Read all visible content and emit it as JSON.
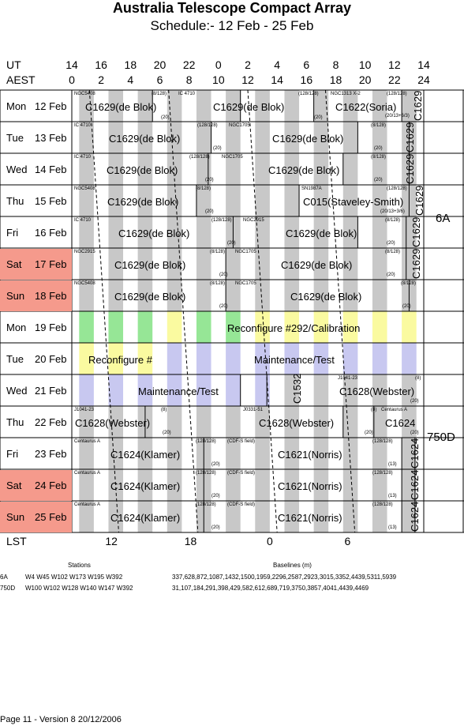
{
  "header": {
    "title": "Australia Telescope Compact Array",
    "subtitle": "Schedule:- 12 Feb - 25 Feb"
  },
  "axes": {
    "ut_label": "UT",
    "aest_label": "AEST",
    "lst_label": "LST",
    "ut_ticks": [
      "14",
      "16",
      "18",
      "20",
      "22",
      "0",
      "2",
      "4",
      "6",
      "8",
      "10",
      "12",
      "14"
    ],
    "aest_ticks": [
      "0",
      "2",
      "4",
      "6",
      "8",
      "10",
      "12",
      "14",
      "16",
      "18",
      "20",
      "22",
      "24"
    ],
    "lst_ticks": [
      "12",
      "18",
      "0",
      "6"
    ]
  },
  "days": [
    {
      "name": "Mon",
      "date": "12 Feb",
      "weekend": false
    },
    {
      "name": "Tue",
      "date": "13 Feb",
      "weekend": false
    },
    {
      "name": "Wed",
      "date": "14 Feb",
      "weekend": false
    },
    {
      "name": "Thu",
      "date": "15 Feb",
      "weekend": false
    },
    {
      "name": "Fri",
      "date": "16 Feb",
      "weekend": false
    },
    {
      "name": "Sat",
      "date": "17 Feb",
      "weekend": true
    },
    {
      "name": "Sun",
      "date": "18 Feb",
      "weekend": true
    },
    {
      "name": "Mon",
      "date": "19 Feb",
      "weekend": false
    },
    {
      "name": "Tue",
      "date": "20 Feb",
      "weekend": false
    },
    {
      "name": "Wed",
      "date": "21 Feb",
      "weekend": false
    },
    {
      "name": "Thu",
      "date": "22 Feb",
      "weekend": false
    },
    {
      "name": "Fri",
      "date": "23 Feb",
      "weekend": false
    },
    {
      "name": "Sat",
      "date": "24 Feb",
      "weekend": true
    },
    {
      "name": "Sun",
      "date": "25 Feb",
      "weekend": true
    }
  ],
  "configs": {
    "first": "6A",
    "second": "750D"
  },
  "observations": {
    "r0": {
      "a": "C1629(de Blok)",
      "b": "C1629(de Blok)",
      "c": "C1622(Soria)",
      "d": "C1629",
      "s1": "NGC5408",
      "s2": "(8/128)",
      "s3": "(20)",
      "s4": "IC 4710",
      "s5": "(128/128)",
      "s6": "(20)",
      "s7": "NGC1313 X-2",
      "s8": "(128/128)",
      "s9": "(20/13+6/3)"
    },
    "r1": {
      "a": "C1629(de Blok)",
      "b": "C1629(de Blok)",
      "c": "C1629",
      "s1": "IC 4710",
      "s2": "(128/128)",
      "s3": "(20)",
      "s4": "NGC1705",
      "s5": "(8/128)",
      "s6": "(20)"
    },
    "r2": {
      "a": "C1629(de Blok)",
      "b": "C1629(de Blok)",
      "c": "C1629",
      "s1": "IC 4710",
      "s2": "(128/128)",
      "s3": "(20)",
      "s4": "NGC1705",
      "s5": "(8/128)",
      "s6": "(20)"
    },
    "r3": {
      "a": "C1629(de Blok)",
      "b": "C015(Staveley-Smith)",
      "c": "C1629",
      "s1": "NGC5408",
      "s2": "(8/128)",
      "s3": "(20)",
      "s4": "SN1987A",
      "s5": "(128/128)",
      "s6": "(20/13+3/6)"
    },
    "r4": {
      "a": "C1629(de Blok)",
      "b": "C1629(de Blok)",
      "c": "C1629",
      "s1": "IC 4710",
      "s2": "(128/128)",
      "s3": "(20)",
      "s4": "NGC2915",
      "s5": "(8/128)",
      "s6": "(20)"
    },
    "r5": {
      "a": "C1629(de Blok)",
      "b": "C1629(de Blok)",
      "c": "C1629",
      "s1": "NGC2915",
      "s2": "(8/128)",
      "s3": "(20)",
      "s4": "NGC1705",
      "s5": "(8/128)",
      "s6": "(20)"
    },
    "r6": {
      "a": "C1629(de Blok)",
      "b": "C1629(de Blok)",
      "s1": "NGC5408",
      "s2": "(8/128)",
      "s3": "(20)",
      "s4": "NGC1705",
      "s5": "(8/128)",
      "s6": "(20)"
    },
    "r7": {
      "a": "Reconfigure #292/Calibration"
    },
    "r8": {
      "a": "Reconfigure #",
      "b": "Maintenance/Test"
    },
    "r9": {
      "a": "Maintenance/Test",
      "b": "C1532",
      "c": "C1628(Webster)",
      "s1": "J1041-23",
      "s2": "(8)",
      "s3": "(20)"
    },
    "r10": {
      "a": "C1628(Webster)",
      "b": "C1628(Webster)",
      "c": "C1624",
      "s1": "J1041-23",
      "s2": "(8)",
      "s3": "(20)",
      "s4": "J0331-51",
      "s5": "(8)",
      "s6": "(20)",
      "s7": "Centaurus A",
      "s8": "(20)"
    },
    "r11": {
      "a": "C1624(Klamer)",
      "b": "C1621(Norris)",
      "c": "C1624",
      "s1": "Centaurus A",
      "s2": "(128/128)",
      "s3": "(20)",
      "s4": "(CDF-S field)",
      "s5": "(128/128)",
      "s6": "(13)"
    },
    "r12": {
      "a": "C1624(Klamer)",
      "b": "C1621(Norris)",
      "c": "C1624",
      "s1": "Centaurus A",
      "s2": "(128/128)",
      "s3": "(20)",
      "s4": "(CDF-S field)",
      "s5": "(128/128)",
      "s6": "(13)"
    },
    "r13": {
      "a": "C1624(Klamer)",
      "b": "C1621(Norris)",
      "c": "C1624",
      "s1": "Centaurus A",
      "s2": "(128/128)",
      "s3": "(20)",
      "s4": "(CDF-S field)",
      "s5": "(128/128)",
      "s6": "(13)"
    }
  },
  "footer": {
    "stations_heading": "Stations",
    "baselines_heading": "Baselines (m)",
    "cfg1_name": "6A",
    "cfg1_stations": "W4 W45 W102 W173 W195 W392",
    "cfg1_baselines": "337,628,872,1087,1432,1500,1959,2296,2587,2923,3015,3352,4439,5311,5939",
    "cfg2_name": "750D",
    "cfg2_stations": "W100 W102 W128 W140 W147 W392",
    "cfg2_baselines": "31,107,184,291,398,429,582,612,689,719,3750,3857,4041,4439,4469",
    "page_info": "Page 11 - Version 8  20/12/2006"
  }
}
